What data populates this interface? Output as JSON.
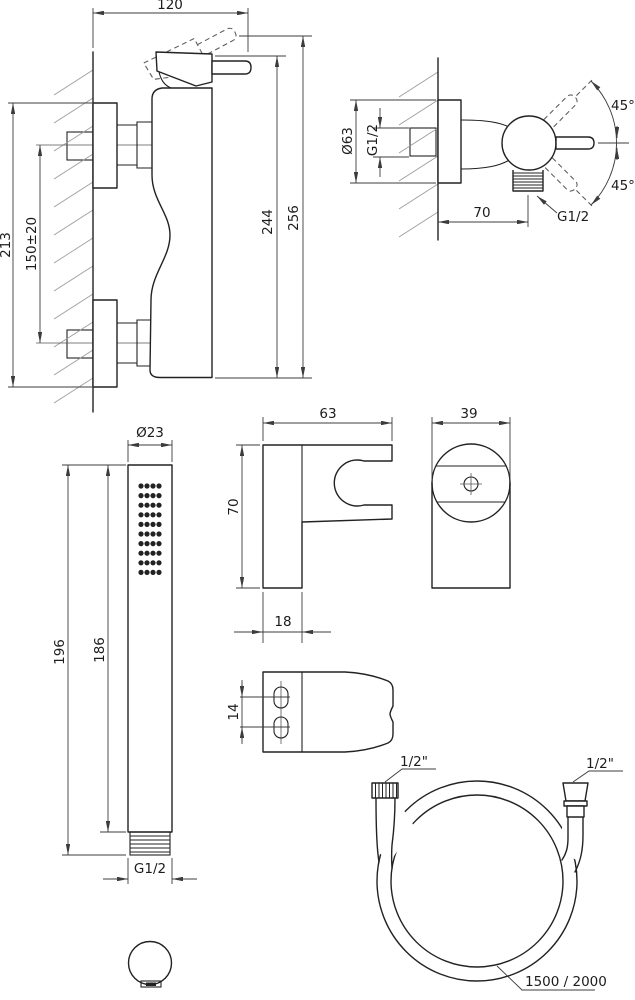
{
  "drawing": {
    "mixer_side": {
      "width": "120",
      "height": "213",
      "inlet_spacing": "150±20",
      "lever_height": "244",
      "total_height": "256"
    },
    "mixer_top": {
      "escutcheon_diameter": "Ø63",
      "inlet_thread": "G1/2",
      "depth": "70",
      "outlet_thread": "G1/2",
      "swing_up": "45°",
      "swing_down": "45°"
    },
    "hand_shower": {
      "diameter": "Ø23",
      "length_total": "196",
      "length_body": "186",
      "thread": "G1/2"
    },
    "holder_side": {
      "width": "63",
      "height": "70",
      "base_depth": "18"
    },
    "holder_front": {
      "width": "39"
    },
    "holder_top": {
      "hole_spacing": "14"
    },
    "hose": {
      "connection_left": "1/2\"",
      "connection_right": "1/2\"",
      "length_variants": "1500 / 2000"
    }
  }
}
